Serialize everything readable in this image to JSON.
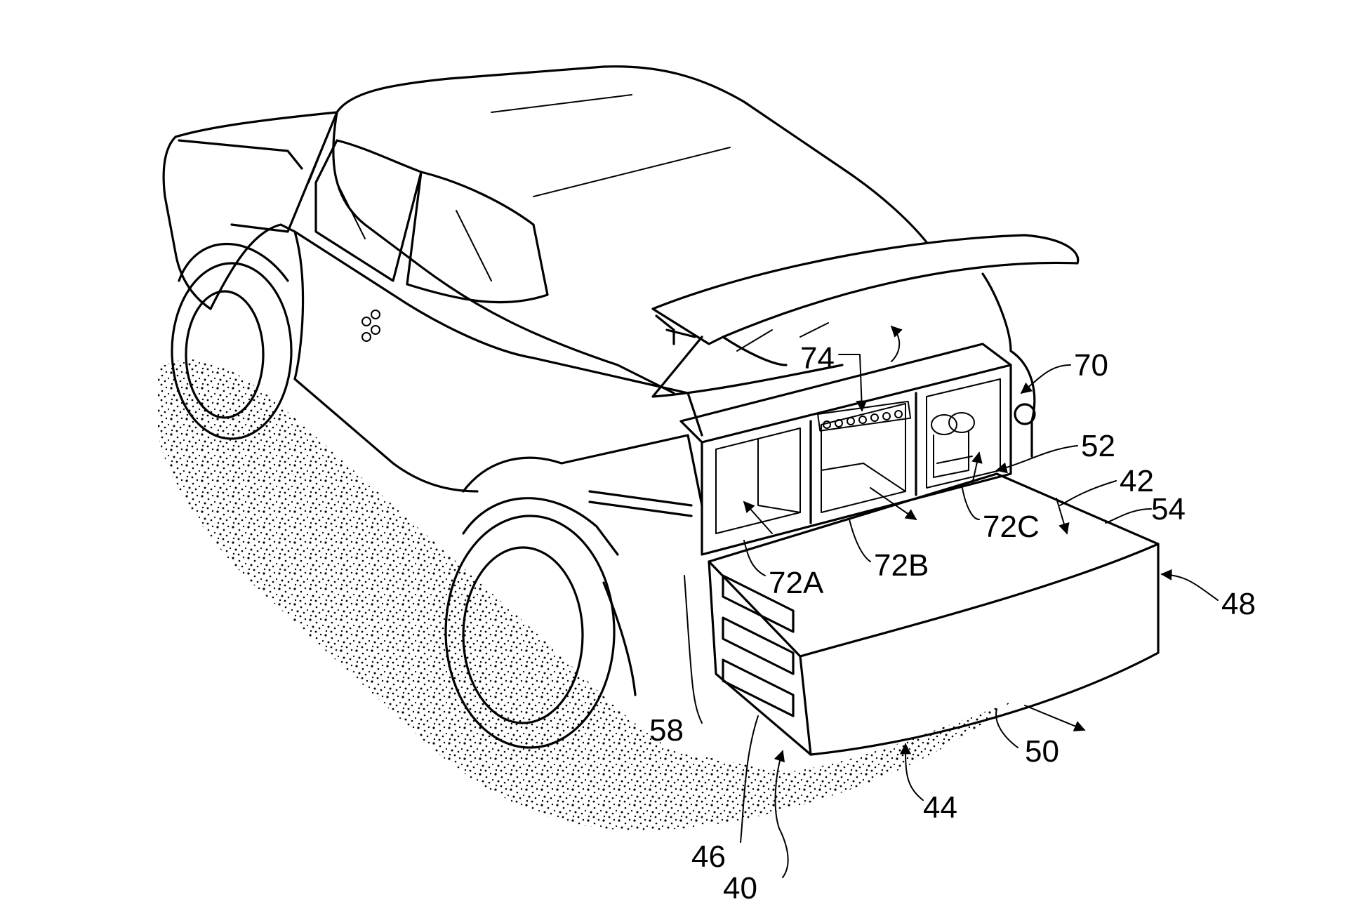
{
  "figure": {
    "colors": {
      "ink": "#000000",
      "paper": "#ffffff",
      "ground": "#000000"
    },
    "labels": {
      "l70": "70",
      "l74": "74",
      "l52": "52",
      "l42": "42",
      "l54": "54",
      "l48": "48",
      "l72A": "72A",
      "l72B": "72B",
      "l72C": "72C",
      "l58": "58",
      "l50": "50",
      "l44": "44",
      "l46": "46",
      "l40": "40"
    }
  }
}
